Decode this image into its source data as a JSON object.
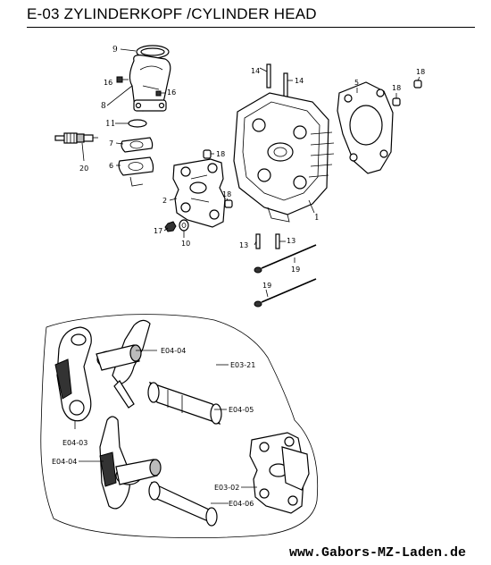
{
  "header": {
    "title": "E-03 ZYLINDERKOPF /CYLINDER HEAD"
  },
  "labels": {
    "l1": "1",
    "l2": "2",
    "l5": "5",
    "l6": "6",
    "l7": "7",
    "l8": "8",
    "l9": "9",
    "l10": "10",
    "l11": "11",
    "l13a": "13",
    "l13b": "13",
    "l14a": "14",
    "l14b": "14",
    "l16a": "16",
    "l16b": "16",
    "l17": "17",
    "l18a": "18",
    "l18b": "18",
    "l18c": "18",
    "l18d": "18",
    "l19a": "19",
    "l19b": "19",
    "l20": "20",
    "e0404a": "E04-04",
    "e0321": "E03-21",
    "e0405": "E04-05",
    "e0403": "E04-03",
    "e0404b": "E04-04",
    "e0302": "E03-02",
    "e0406": "E04-06"
  },
  "footer": {
    "url": "www.Gabors-MZ-Laden.de"
  }
}
